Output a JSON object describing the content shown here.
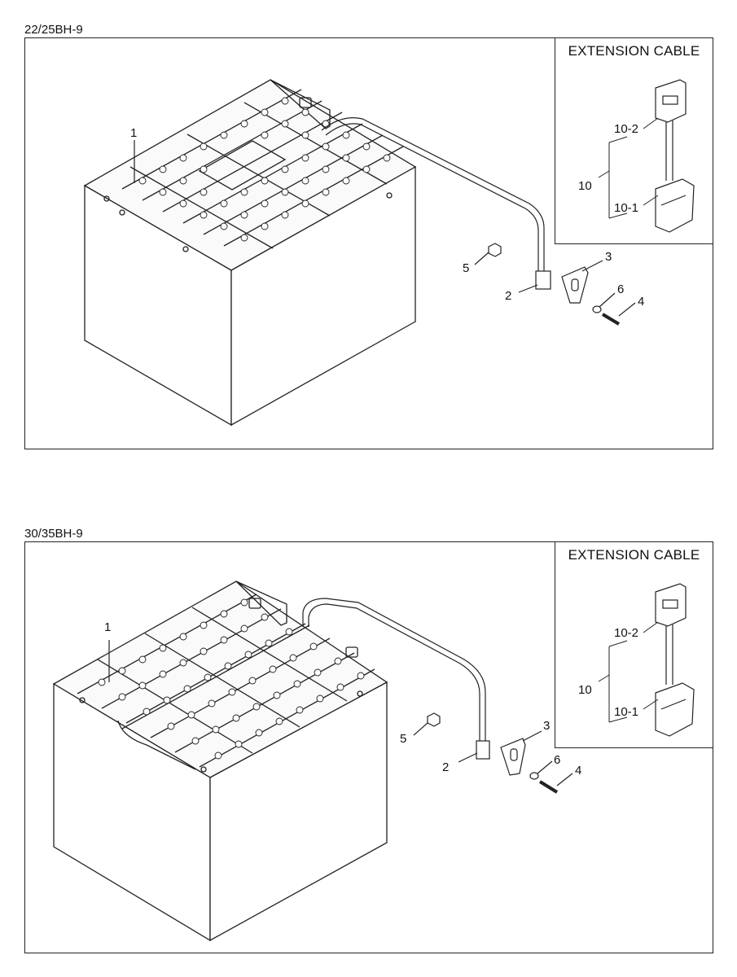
{
  "sections": [
    {
      "model": "22/25BH-9",
      "inset_title": "EXTENSION CABLE",
      "callouts": [
        "1",
        "2",
        "3",
        "4",
        "5",
        "6"
      ],
      "inset_callouts": [
        "10-2",
        "10",
        "10-1"
      ]
    },
    {
      "model": "30/35BH-9",
      "inset_title": "EXTENSION CABLE",
      "callouts": [
        "1",
        "2",
        "3",
        "4",
        "5",
        "6"
      ],
      "inset_callouts": [
        "10-2",
        "10",
        "10-1"
      ]
    }
  ]
}
